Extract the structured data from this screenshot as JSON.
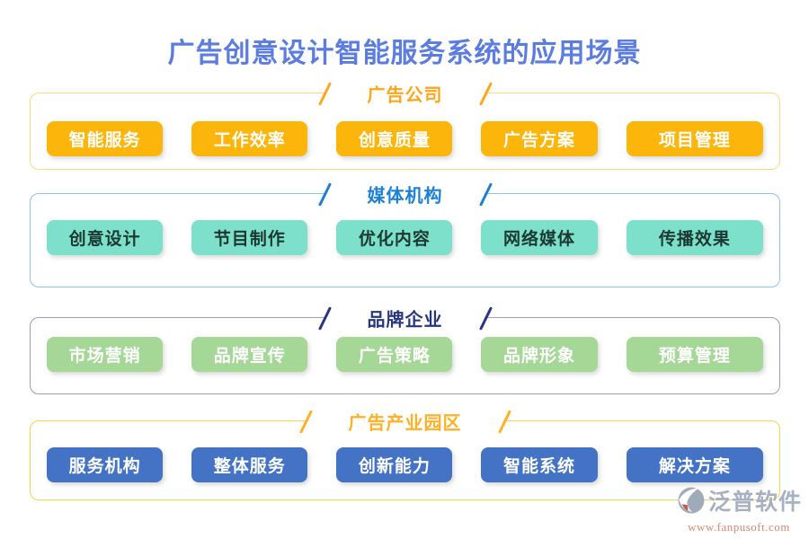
{
  "page": {
    "title": "广告创意设计智能服务系统的应用场景",
    "title_color": "#5B7CE0"
  },
  "sections": [
    {
      "id": "ad-company",
      "label": "广告公司",
      "accent": "#FFA519",
      "border": "#FFD87E",
      "button_bg": "#FBB50B",
      "button_fg": "#FFFFFF",
      "items": [
        "智能服务",
        "工作效率",
        "创意质量",
        "广告方案",
        "项目管理"
      ]
    },
    {
      "id": "media-organization",
      "label": "媒体机构",
      "accent": "#1C81D5",
      "border": "#8FC2EC",
      "button_bg": "#7DE0CA",
      "button_fg": "#1C3833",
      "items": [
        "创意设计",
        "节目制作",
        "优化内容",
        "网络媒体",
        "传播效果"
      ]
    },
    {
      "id": "brand-enterprise",
      "label": "品牌企业",
      "accent": "#26367F",
      "border": "#9C9DBD",
      "button_bg": "#A5D797",
      "button_fg": "#FFFFFF",
      "items": [
        "市场营销",
        "品牌宣传",
        "广告策略",
        "品牌形象",
        "预算管理"
      ]
    },
    {
      "id": "ad-industrial-park",
      "label": "广告产业园区",
      "accent": "#FFB023",
      "border": "#FFD04A",
      "button_bg": "#4473C5",
      "button_fg": "#FFFFFF",
      "items": [
        "服务机构",
        "整体服务",
        "创新能力",
        "智能系统",
        "解决方案"
      ]
    }
  ],
  "watermark": {
    "brand": "泛普软件",
    "url": "www.fanpusoft.com",
    "brand_color": "#A7B1C2",
    "url_color": "#D8876F"
  }
}
